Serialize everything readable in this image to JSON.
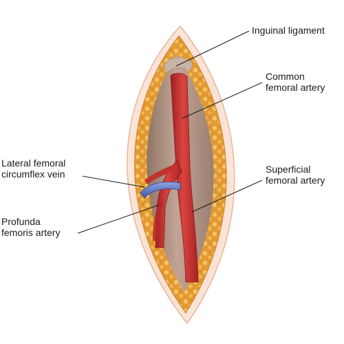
{
  "labels": {
    "inguinal_ligament": "Inguinal ligament",
    "common_femoral_artery": "Common\nfemoral artery",
    "lateral_femoral_circumflex_vein": "Lateral femoral\ncircumflex vein",
    "superficial_femoral_artery": "Superficial\nfemoral artery",
    "profunda_femoris_artery": "Profunda\nfemoris artery"
  },
  "colors": {
    "artery": "#c8302f",
    "vein": "#5b73c9",
    "fat": "#e8a33a",
    "muscle": "#b89a8a",
    "skin_edge": "#f2c6b0"
  }
}
